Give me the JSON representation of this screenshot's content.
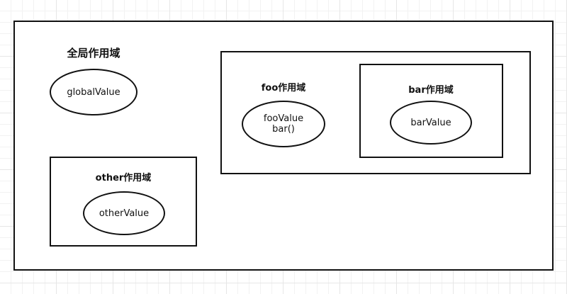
{
  "scopes": {
    "global": {
      "title": "全局作用域",
      "variable": "globalValue"
    },
    "foo": {
      "title": "foo作用域",
      "variable": "fooValue",
      "call": "bar()"
    },
    "bar": {
      "title": "bar作用域",
      "variable": "barValue"
    },
    "other": {
      "title": "other作用域",
      "variable": "otherValue"
    }
  }
}
